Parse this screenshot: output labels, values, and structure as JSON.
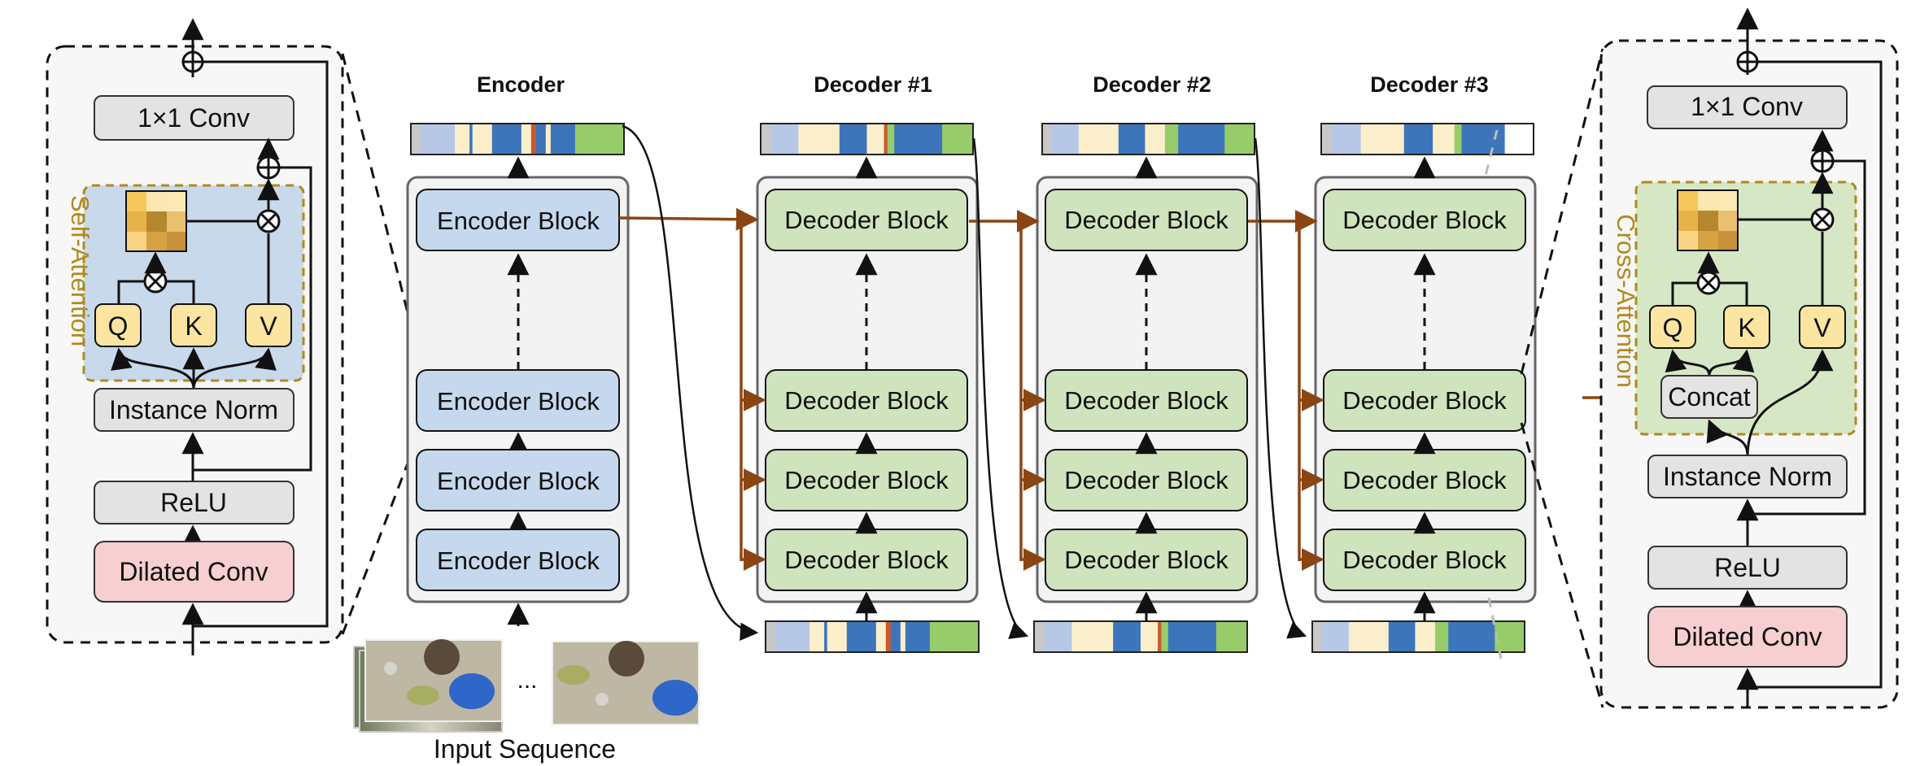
{
  "headers": {
    "encoder": "Encoder",
    "decoder1": "Decoder #1",
    "decoder2": "Decoder #2",
    "decoder3": "Decoder #3"
  },
  "blocks": {
    "encoder": "Encoder Block",
    "decoder": "Decoder Block"
  },
  "input": {
    "label": "Input Sequence",
    "ellipsis": "..."
  },
  "left_detail": {
    "conv1x1": "1×1 Conv",
    "instance_norm": "Instance Norm",
    "relu": "ReLU",
    "dilated_conv": "Dilated Conv",
    "attention_label": "Self-Attention",
    "q": "Q",
    "k": "K",
    "v": "V"
  },
  "right_detail": {
    "conv1x1": "1×1 Conv",
    "concat": "Concat",
    "instance_norm": "Instance Norm",
    "relu": "ReLU",
    "dilated_conv": "Dilated Conv",
    "attention_label": "Cross-Attention",
    "q": "Q",
    "k": "K",
    "v": "V"
  },
  "colors": {
    "encoder_block": "#c5d8ee",
    "decoder_block": "#cfe3bc",
    "gray_block": "#e3e3e3",
    "pink_block": "#f7cfd0",
    "qkv": "#fbe5a0",
    "self_attention_bg": "#c9d9ec",
    "cross_attention_bg": "#d6e7c6",
    "attention_border": "#b08a1c",
    "arrow_brown": "#8b4513"
  },
  "segment_palette": {
    "grey": "#c8c8c8",
    "light_blue": "#b7c7e6",
    "cream": "#fbefcb",
    "blue": "#3d75bb",
    "orange": "#c85a2a",
    "green": "#98cc6a",
    "white": "#ffffff"
  }
}
